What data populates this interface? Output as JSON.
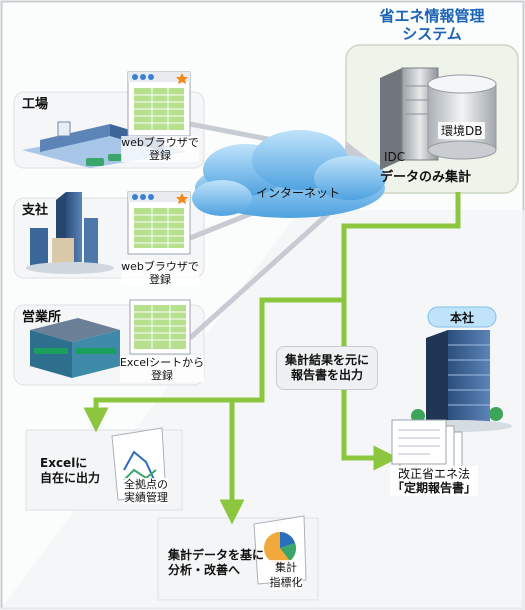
{
  "system": {
    "title_line1": "省エネ情報管理",
    "title_line2": "システム"
  },
  "sites": {
    "factory": {
      "name": "工場",
      "action_line1": "webブラウザで",
      "action_line2": "登録"
    },
    "branch": {
      "name": "支社",
      "action_line1": "webブラウザで",
      "action_line2": "登録"
    },
    "office": {
      "name": "営業所",
      "action_line1": "Excelシートから",
      "action_line2": "登録"
    }
  },
  "internet_label": "インターネット",
  "server": {
    "db_label": "環境DB",
    "idc_label": "IDC",
    "aggregate_label": "データのみ集計"
  },
  "hq": {
    "name": "本社"
  },
  "report_note": {
    "line1": "集計結果を元に",
    "line2": "報告書を出力"
  },
  "report_doc": {
    "line1": "改正省エネ法",
    "line2": "「定期報告書」"
  },
  "excel_box": {
    "title_line1": "Excelに",
    "title_line2": "自在に出力",
    "caption_line1": "全拠点の",
    "caption_line2": "実績管理"
  },
  "analysis_box": {
    "title_line1": "集計データを基に",
    "title_line2": "分析・改善へ",
    "caption_line1": "集計",
    "caption_line2": "指標化"
  },
  "colors": {
    "flow_arrow": "#8cc63f",
    "title_blue": "#1b63b5",
    "cloud": "#5aa9e6"
  }
}
